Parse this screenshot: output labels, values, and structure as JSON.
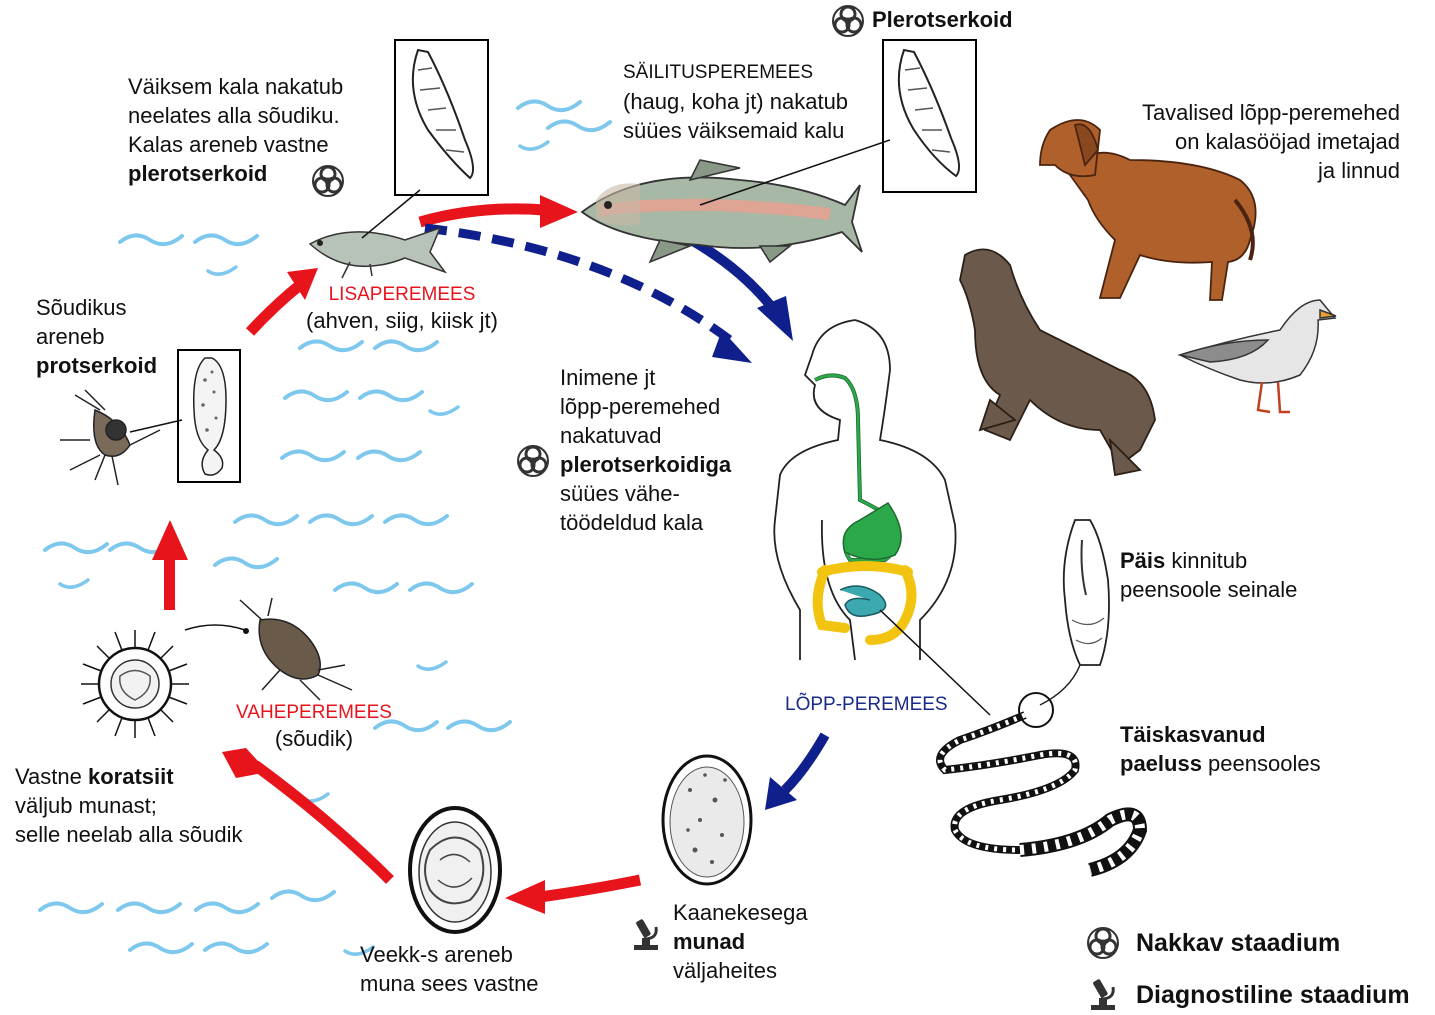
{
  "labels": {
    "small_fish": {
      "l1": "Väiksem kala nakatub",
      "l2": "neelates alla sõudiku.",
      "l3": "Kalas areneb vastne",
      "l4": "plerotserkoid"
    },
    "plerocercoid_title": "Plerotserkoid",
    "paratenic": {
      "l1": "SÄILITUSPEREMEES",
      "l2": "(haug, koha jt) nakatub",
      "l3": "süües väiksemaid kalu"
    },
    "definitive_animals": {
      "l1": "Tavalised lõpp-peremehed",
      "l2": "on kalasööjad imetajad",
      "l3": "ja linnud"
    },
    "procercoid": {
      "l1": "Sõudikus",
      "l2": "areneb",
      "l3": "protserkoid"
    },
    "second_host": {
      "name": "LISAPEREMEES",
      "examples": "(ahven, siig, kiisk jt)"
    },
    "human": {
      "l1": "Inimene jt",
      "l2": "lõpp-peremehed",
      "l3": "nakatuvad",
      "l4": "plerotserkoidiga",
      "l5": "süües vähe-",
      "l6": "töödeldud kala"
    },
    "scolex": {
      "bold": "Päis",
      "rest": " kinnitub",
      "l2": "peensoole seinale"
    },
    "definitive_host": "LÕPP-PEREMEES",
    "adult": {
      "l1": "Täiskasvanud",
      "bold2": "paeluss",
      "rest2": " peensooles"
    },
    "first_host": {
      "name": "VAHEPEREMEES",
      "sub": "(sõudik)"
    },
    "coracidium": {
      "pre": "Vastne ",
      "bold": "koratsiit",
      "l2": "väljub munast;",
      "l3": "selle neelab alla sõudik"
    },
    "eggs": {
      "l1": "Kaanekesega",
      "l2": "munad",
      "l3": "väljaheites"
    },
    "water_egg": {
      "l1": "Veekk-s areneb",
      "l2": "muna sees vastne"
    }
  },
  "legend": {
    "infective": "Nakkav staadium",
    "diagnostic": "Diagnostiline staadium",
    "infective_icon": "biohazard-icon",
    "diagnostic_icon": "microscope-icon"
  },
  "colors": {
    "life_cycle_arrow": "#e8141c",
    "human_infection_arrow": "#0f1f8c",
    "water": "#7ec8ee",
    "digestive_tract": "#2aa84a",
    "intestine": "#f2c40f"
  }
}
